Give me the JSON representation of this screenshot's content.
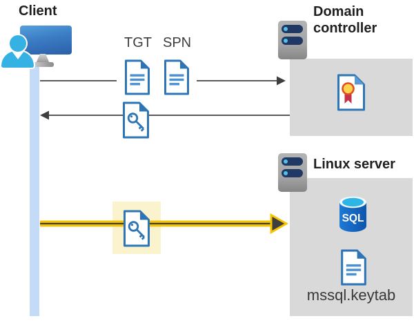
{
  "client": {
    "label": "Client"
  },
  "tickets": {
    "tgt": "TGT",
    "spn": "SPN"
  },
  "domain_controller": {
    "label": "Domain controller"
  },
  "linux_server": {
    "label": "Linux server",
    "sql_badge": "SQL",
    "keytab_file": "mssql.keytab"
  },
  "icons": {
    "client_workstation": "monitor-with-user-icon",
    "tgt_document": "document-icon",
    "spn_document": "document-icon",
    "service_key_ticket": "key-document-icon",
    "highlighted_key_ticket": "key-document-icon",
    "domain_controller_server": "server-icon",
    "certificate": "certificate-icon",
    "linux_server": "server-icon",
    "sql_database": "sql-database-icon",
    "keytab_document": "document-icon",
    "request_arrow": "arrow-right-icon",
    "response_arrow": "arrow-left-icon",
    "auth_arrow": "yellow-arrow-right-icon"
  },
  "colors": {
    "doc_blue": "#2E75B6",
    "doc_line_blue": "#4A90D2",
    "accent_cyan": "#35B2E3",
    "timeline_blue": "#C3DBF7",
    "panel_gray": "#D9D9D9",
    "server_navy": "#1F3864",
    "server_led_cyan": "#4FC3E8",
    "arrow_gray": "#595959",
    "arrow_dark": "#3F3F3F",
    "arrow_yellow": "#F7C400",
    "highlight_yellow_fill": "#FAF3CE",
    "cert_gold": "#FFD34D",
    "cert_ring_orange": "#E04F1F",
    "cert_ribbon_red": "#C43148",
    "sql_blue_dark": "#0D55AC",
    "sql_blue_light": "#1E79D6"
  }
}
